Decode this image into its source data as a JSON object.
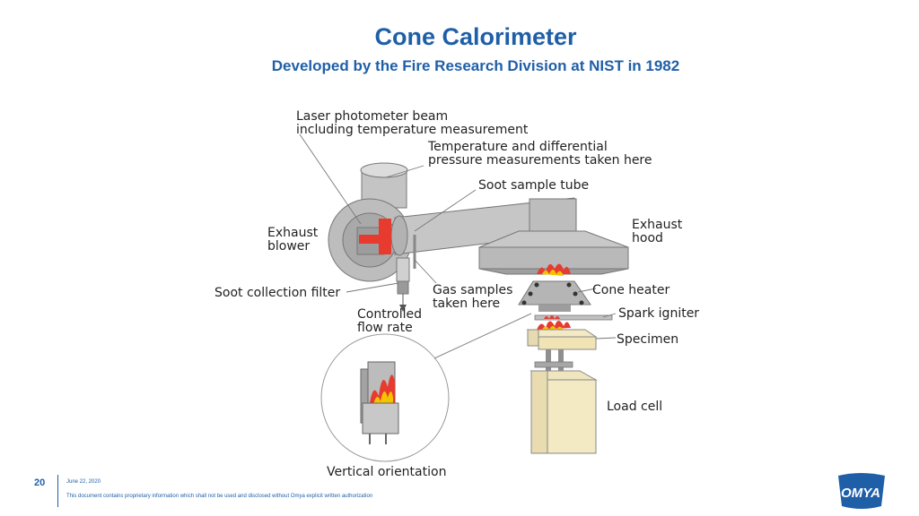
{
  "slide": {
    "title": "Cone Calorimeter",
    "subtitle": "Developed by the Fire Research Division at NIST in 1982",
    "page_number": "20",
    "date": "June 22, 2020",
    "disclaimer": "This document contains proprietary information which shall not be used and disclosed without Omya explicit written authorization",
    "logo_text": "OMYA"
  },
  "diagram": {
    "labels": {
      "laser_line1": "Laser photometer beam",
      "laser_line2": "including temperature measurement",
      "temp_line1": "Temperature and differential",
      "temp_line2": "pressure measurements taken here",
      "soot_tube": "Soot sample tube",
      "exhaust_hood_line1": "Exhaust",
      "exhaust_hood_line2": "hood",
      "exhaust_blower_line1": "Exhaust",
      "exhaust_blower_line2": "blower",
      "soot_filter": "Soot collection filter",
      "gas_line1": "Gas samples",
      "gas_line2": "taken here",
      "cone_heater": "Cone heater",
      "spark_igniter": "Spark igniter",
      "flow_line1": "Controlled",
      "flow_line2": "flow rate",
      "specimen": "Specimen",
      "load_cell": "Load cell",
      "vertical": "Vertical orientation"
    },
    "colors": {
      "metal": "#b9b9b9",
      "metal_dark": "#8c8c8c",
      "flame_red": "#e63b2e",
      "flame_yellow": "#f5c400",
      "load_cell": "#f3e9c3",
      "title_blue": "#1f5fa8"
    }
  }
}
